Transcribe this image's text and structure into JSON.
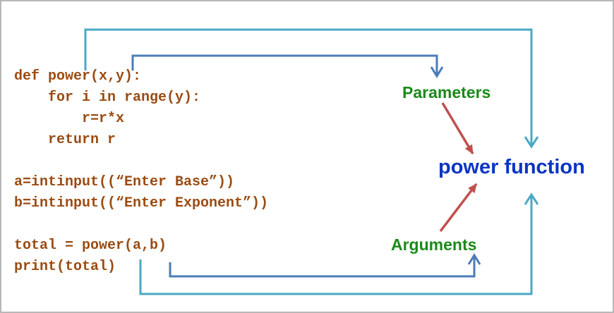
{
  "code_lines": [
    "def power(x,y):",
    "    for i in range(y):",
    "        r=r*x",
    "    return r",
    "",
    "a=intinput((“Enter Base”))",
    "b=intinput((“Enter Exponent”))",
    "",
    "total = power(a,b)",
    "print(total)"
  ],
  "labels": {
    "parameters": "Parameters",
    "arguments": "Arguments",
    "function": "power function"
  },
  "colors": {
    "code": "#9b4b12",
    "label_green": "#1a8a1a",
    "function_blue": "#0b35c4",
    "arrow_light": "#4aa7c4",
    "arrow_dark": "#4a7cb8",
    "arrow_red": "#c0504d"
  }
}
